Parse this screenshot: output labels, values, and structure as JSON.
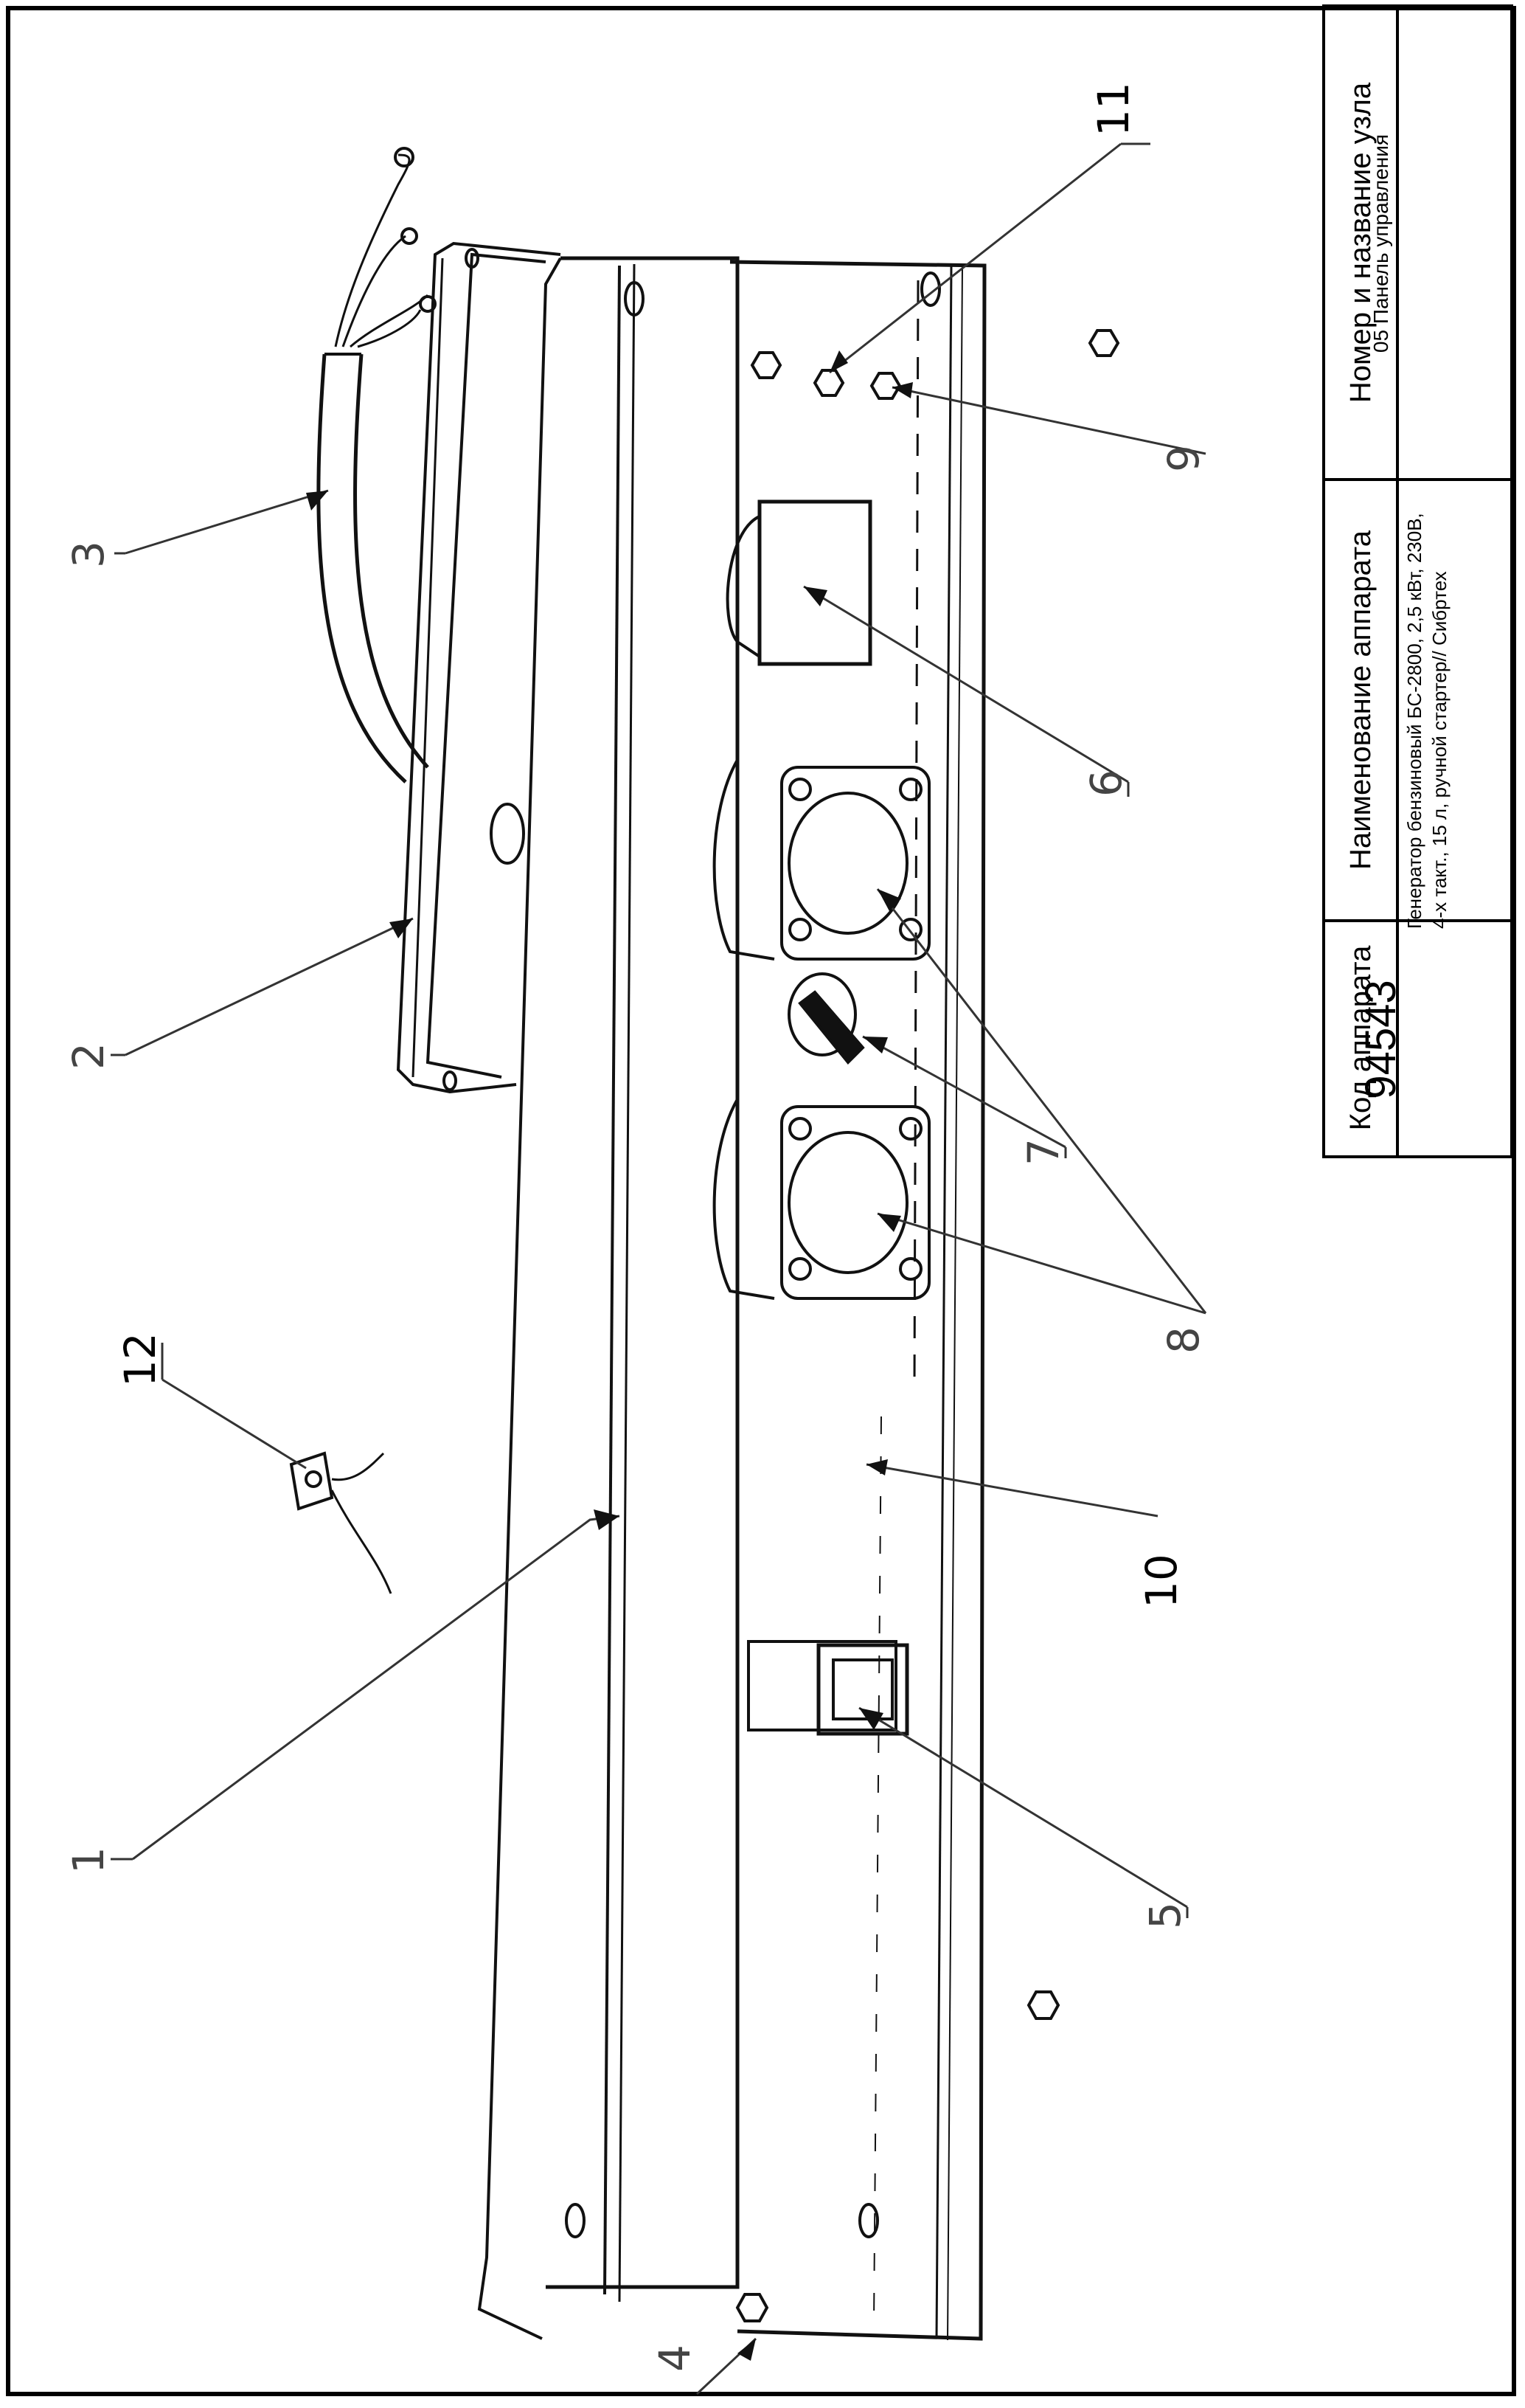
{
  "title_block": {
    "headers": {
      "code": "Код аппарата",
      "name": "Наименование аппарата",
      "unit": "Номер и название узла"
    },
    "values": {
      "code": "94543",
      "name": "Генератор бензиновый БС-2800, 2,5 кВт, 230В, 4-х такт., 15 л, ручной стартер// Сибртех",
      "unit": "05 Панель управления"
    }
  },
  "callouts": [
    {
      "id": "1",
      "label": "1"
    },
    {
      "id": "2",
      "label": "2"
    },
    {
      "id": "3",
      "label": "3"
    },
    {
      "id": "4",
      "label": "4"
    },
    {
      "id": "5",
      "label": "5"
    },
    {
      "id": "6",
      "label": "6"
    },
    {
      "id": "7",
      "label": "7"
    },
    {
      "id": "8",
      "label": "8"
    },
    {
      "id": "9",
      "label": "9"
    },
    {
      "id": "10",
      "label": "10"
    },
    {
      "id": "11",
      "label": "11"
    },
    {
      "id": "12",
      "label": "12"
    }
  ]
}
